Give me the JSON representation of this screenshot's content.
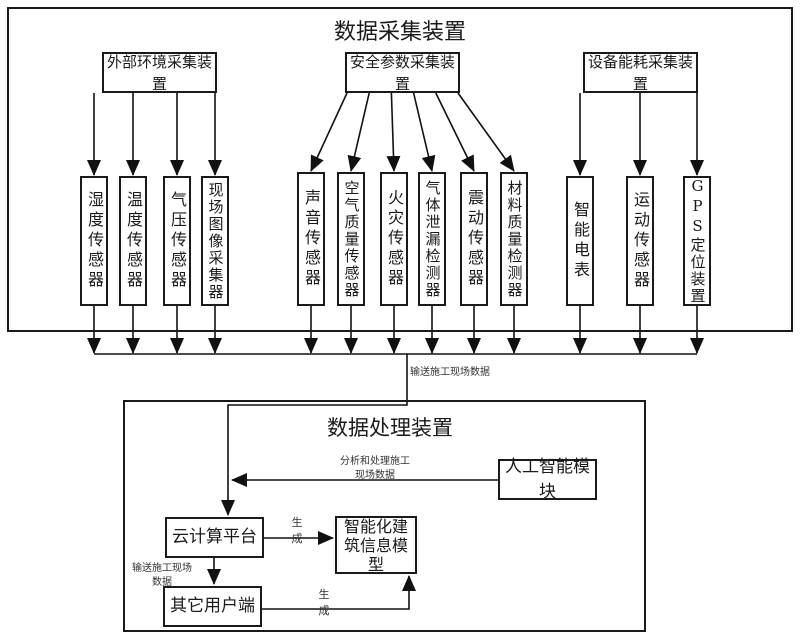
{
  "collection": {
    "title": "数据采集装置",
    "groups": [
      {
        "name": "外部环境采集装置",
        "sensors": [
          "湿度传感器",
          "温度传感器",
          "气压传感器",
          "现场图像采集器"
        ]
      },
      {
        "name": "安全参数采集装置",
        "sensors": [
          "声音传感器",
          "空气质量传感器",
          "火灾传感器",
          "气体泄漏检测器",
          "震动传感器",
          "材料质量检测器"
        ]
      },
      {
        "name": "设备能耗采集装置",
        "sensors": [
          "智能电表",
          "运动传感器",
          "GPS定位装置"
        ]
      }
    ]
  },
  "transfer_label": "输送施工现场数据",
  "processing": {
    "title": "数据处理装置",
    "ai_module": "人工智能模块",
    "ai_edge_label": "分析和处理施工现场数据",
    "cloud": "云计算平台",
    "bim": "智能化建筑信息模型",
    "users": "其它用户端",
    "cloud_to_bim_label": "生成",
    "users_to_bim_label": "生成",
    "cloud_to_users_label": "输送施工现场数据"
  }
}
